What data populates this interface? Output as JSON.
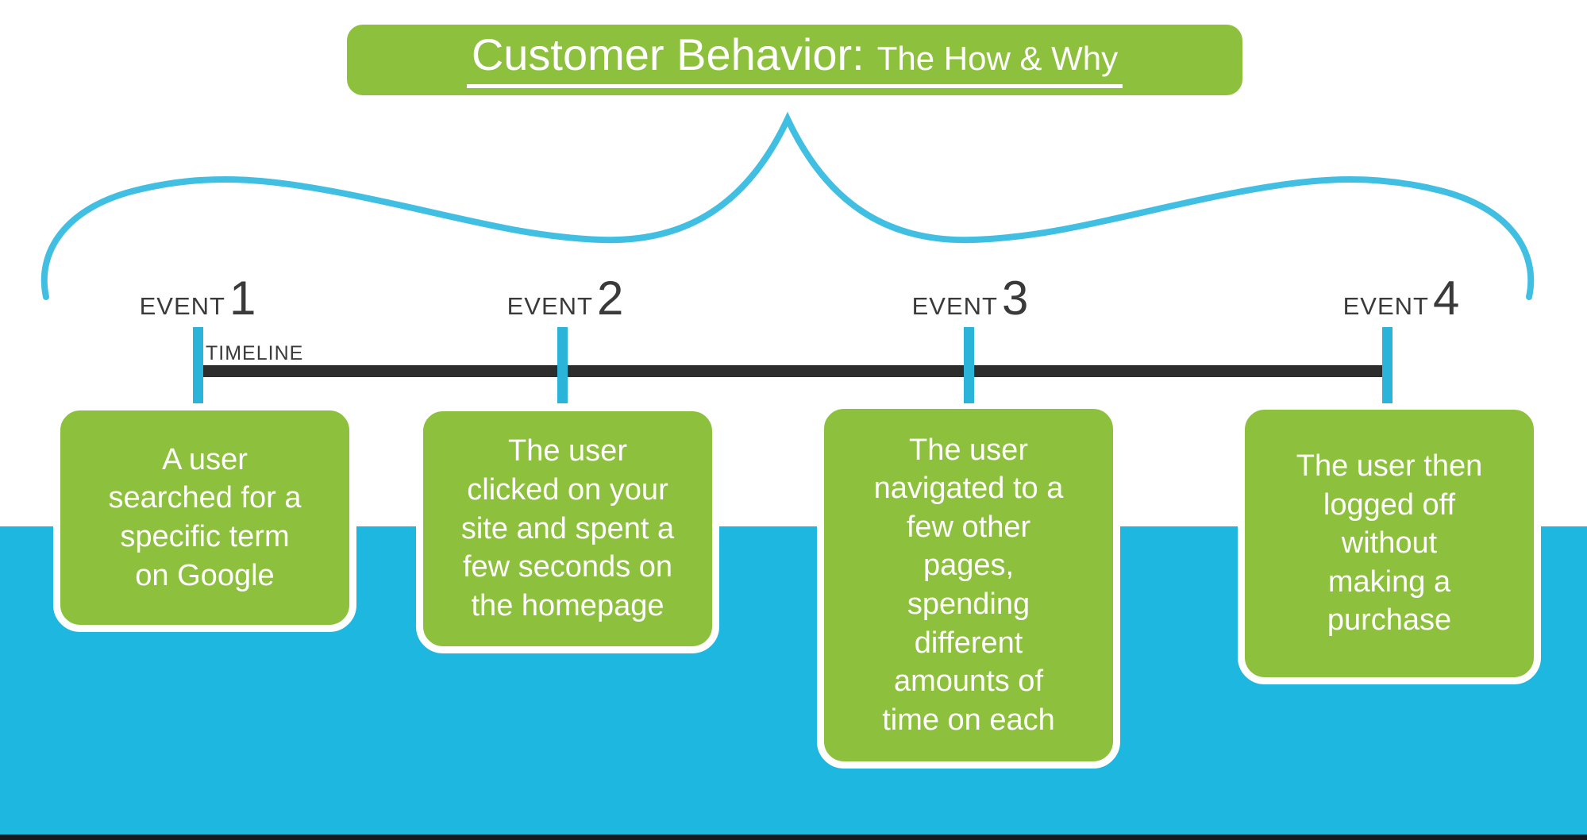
{
  "title": {
    "main": "Customer Behavior:",
    "sub": "The How & Why"
  },
  "timeline": {
    "label": "TIMELINE"
  },
  "events": [
    {
      "label": "EVENT",
      "number": "1",
      "text": "A user\nsearched for a\nspecific term\non Google"
    },
    {
      "label": "EVENT",
      "number": "2",
      "text": "The user\nclicked on your\nsite and spent a\nfew seconds on\nthe homepage"
    },
    {
      "label": "EVENT",
      "number": "3",
      "text": "The user\nnavigated to a\nfew other\npages,\nspending\ndifferent\namounts of\ntime on each"
    },
    {
      "label": "EVENT",
      "number": "4",
      "text": "The user then\nlogged off\nwithout\nmaking a\npurchase"
    }
  ],
  "colors": {
    "--green": "#8dc13d",
    "--blue_bg": "#1db7e0",
    "--tick_blue": "#2ab4da",
    "--brace_blue": "#41bfe2",
    "--bar_dark": "#2d2d2d",
    "--text_dark": "#3a3a3a",
    "--bottom_strip": "#17191e"
  }
}
